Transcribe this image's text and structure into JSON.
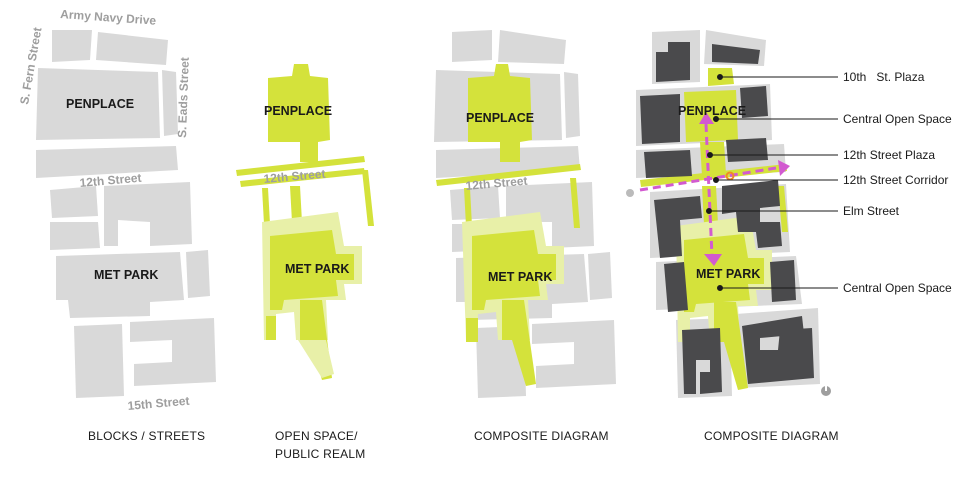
{
  "colors": {
    "block": "#d9d9d9",
    "green": "#d4e23b",
    "green_light": "#e8f0a8",
    "building": "#4a4a4c",
    "magenta": "#d25ad0",
    "orange": "#f08a24",
    "street_text": "#9e9e9e"
  },
  "panel1": {
    "street_army_navy": "Army Navy Drive",
    "street_fern": "S. Fern Street",
    "street_eads": "S. Eads Street",
    "street_12th": "12th Street",
    "street_15th": "15th Street",
    "penplace": "PENPLACE",
    "met_park": "MET PARK",
    "caption": "BLOCKS / STREETS"
  },
  "panel2": {
    "penplace": "PENPLACE",
    "street_12th": "12th Street",
    "met_park": "MET PARK",
    "caption_line1": "OPEN SPACE/",
    "caption_line2": "PUBLIC REALM"
  },
  "panel3": {
    "penplace": "PENPLACE",
    "street_12th": "12th Street",
    "met_park": "MET PARK",
    "caption": "COMPOSITE DIAGRAM"
  },
  "panel4": {
    "penplace": "PENPLACE",
    "met_park": "MET PARK",
    "caption": "COMPOSITE DIAGRAM",
    "callouts": [
      "10th   St. Plaza",
      "Central Open Space",
      "12th Street Plaza",
      "12th Street Corridor",
      "Elm Street",
      "Central Open Space"
    ]
  }
}
